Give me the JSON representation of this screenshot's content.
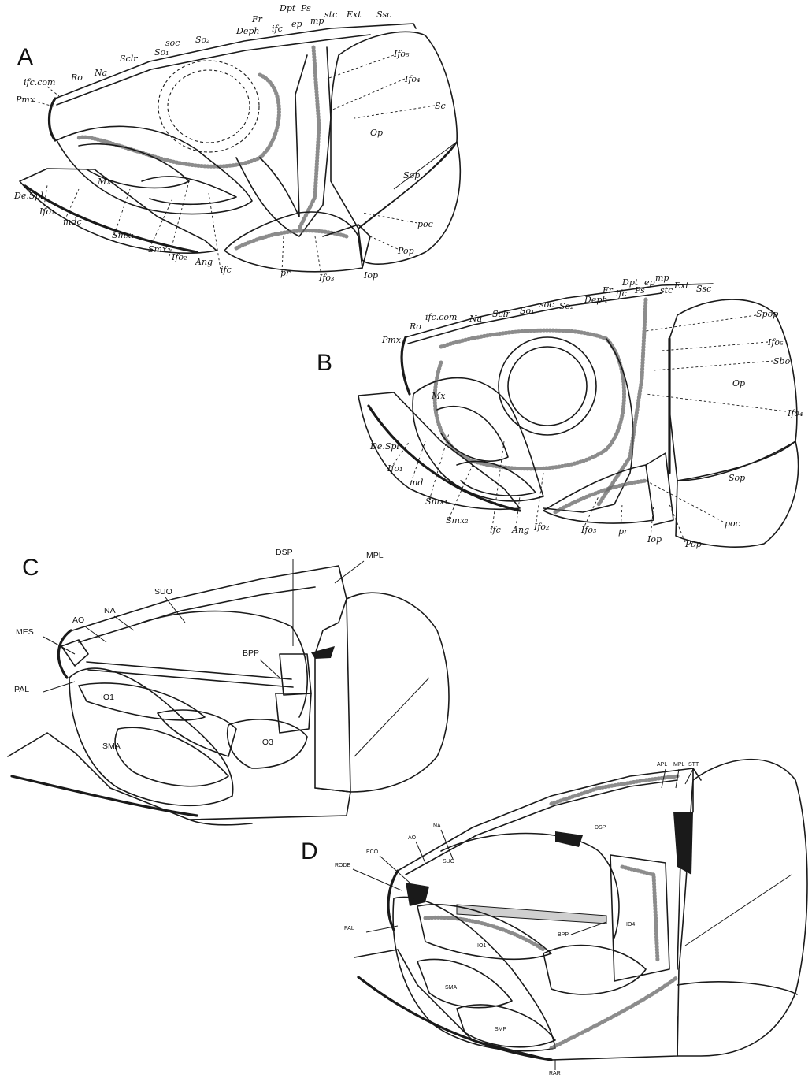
{
  "panels": {
    "A": {
      "letter": "A",
      "labels": {
        "ifc_com": "ifc.com",
        "pmx": "Pmx",
        "ro": "Ro",
        "na": "Na",
        "sclr": "Sclr",
        "so1": "So₁",
        "soc": "soc",
        "so2": "So₂",
        "deph": "Deph",
        "fr": "Fr",
        "ifc_top": "ifc",
        "dpt": "Dpt",
        "ep": "ep",
        "ps": "Ps",
        "mp": "mp",
        "stc": "stc",
        "ext": "Ext",
        "ssc": "Ssc",
        "ifo5": "Ifo₅",
        "ifo4": "Ifo₄",
        "sc": "Sc",
        "op": "Op",
        "sop": "Sop",
        "poc": "poc",
        "pop": "Pop",
        "iop": "Iop",
        "ifo3": "Ifo₃",
        "pr": "pr",
        "ifc_low": "ifc",
        "ang": "Ang",
        "ifo2": "Ifo₂",
        "smx2": "Smx₂",
        "smx1": "Smx₁",
        "mdc": "mdc",
        "ifo1": "Ifo₁",
        "de_spl": "De.Spl",
        "mx": "Mx"
      }
    },
    "B": {
      "letter": "B",
      "labels": {
        "pmx": "Pmx",
        "ro": "Ro",
        "ifc_com": "ifc.com",
        "na": "Na",
        "sclr": "Sclr",
        "so1": "So₁",
        "soc": "soc",
        "so2": "So₂",
        "deph": "Deph",
        "fr": "Fr",
        "ifc_top": "ifc",
        "dpt": "Dpt",
        "ps": "Ps",
        "ep": "ep",
        "mp": "mp",
        "stc": "stc",
        "ext": "Ext",
        "ssc": "Ssc",
        "spop": "Spop",
        "ifo5": "Ifo₅",
        "sbo": "Sbo",
        "op": "Op",
        "ifo4": "Ifo₄",
        "sop": "Sop",
        "poc": "poc",
        "pop": "Pop",
        "iop": "Iop",
        "pr": "pr",
        "ifo3": "Ifo₃",
        "ifo2": "Ifo₂",
        "ang": "Ang",
        "ifc_low": "ifc",
        "smx2": "Smx₂",
        "smx1": "Smx₁",
        "md": "md",
        "ifo1": "Ifo₁",
        "de_spl": "De.Spl",
        "mx": "Mx"
      }
    },
    "C": {
      "letter": "C",
      "labels": {
        "dsp": "DSP",
        "mpl": "MPL",
        "suo": "SUO",
        "na": "NA",
        "ao": "AO",
        "mes": "MES",
        "bpp": "BPP",
        "pal": "PAL",
        "io1": "IO1",
        "sma": "SMA",
        "io3": "IO3"
      }
    },
    "D": {
      "letter": "D",
      "labels": {
        "apl": "APL",
        "mpl": "MPL",
        "stt": "STT",
        "na": "NA",
        "ao": "AO",
        "eco": "ECO",
        "rode": "RODE",
        "suo": "SUO",
        "dsp": "DSP",
        "pal": "PAL",
        "bpp": "BPP",
        "io4": "IO4",
        "io1": "IO1",
        "sma": "SMA",
        "smp": "SMP",
        "rar": "RAR"
      }
    }
  }
}
